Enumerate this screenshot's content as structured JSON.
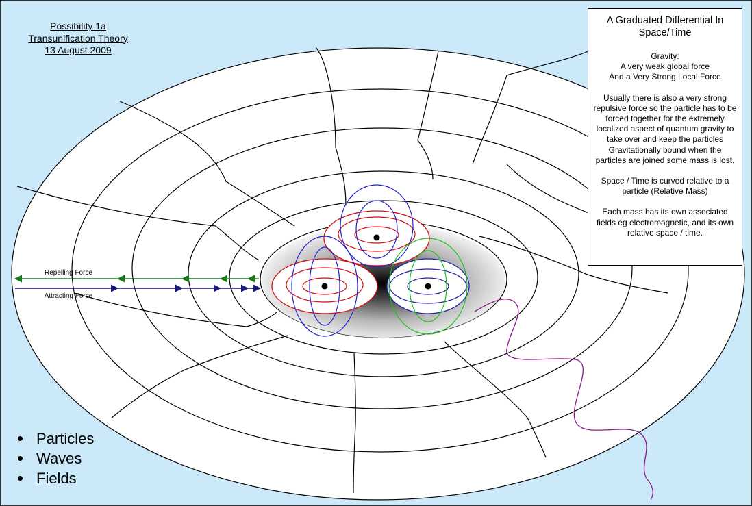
{
  "title_block": {
    "line1": "Possibility 1a",
    "line2": "Transunification Theory",
    "line3": "13 August 2009"
  },
  "info_box": {
    "title": "A Graduated Differential In Space/Time",
    "gravity_heading": "Gravity:",
    "gravity_line1": "A very weak global force",
    "gravity_line2": "And a Very Strong Local Force",
    "para_repulsive": "Usually there is also a very strong repulsive force  so the particle has to be forced together for the extremely localized aspect of quantum gravity to take over and keep the particles Gravitationally bound when the particles are joined some mass is lost.",
    "para_spacetime": "Space / Time is curved relative to a particle (Relative Mass)",
    "para_fields": "Each mass has its own associated fields eg electromagnetic, and its own relative space / time."
  },
  "forces": {
    "repelling_label": "Repelling Force",
    "attracting_label": "Attracting Force"
  },
  "bullets": [
    "Particles",
    "Waves",
    "Fields"
  ],
  "colors": {
    "background": "#cce9f9",
    "repelling": "#1a7a1a",
    "attracting": "#1a1a7a",
    "particle_red": "#d01010",
    "particle_blue": "#2020cc",
    "particle_green": "#20c020",
    "wave": "#8a1a8a"
  }
}
